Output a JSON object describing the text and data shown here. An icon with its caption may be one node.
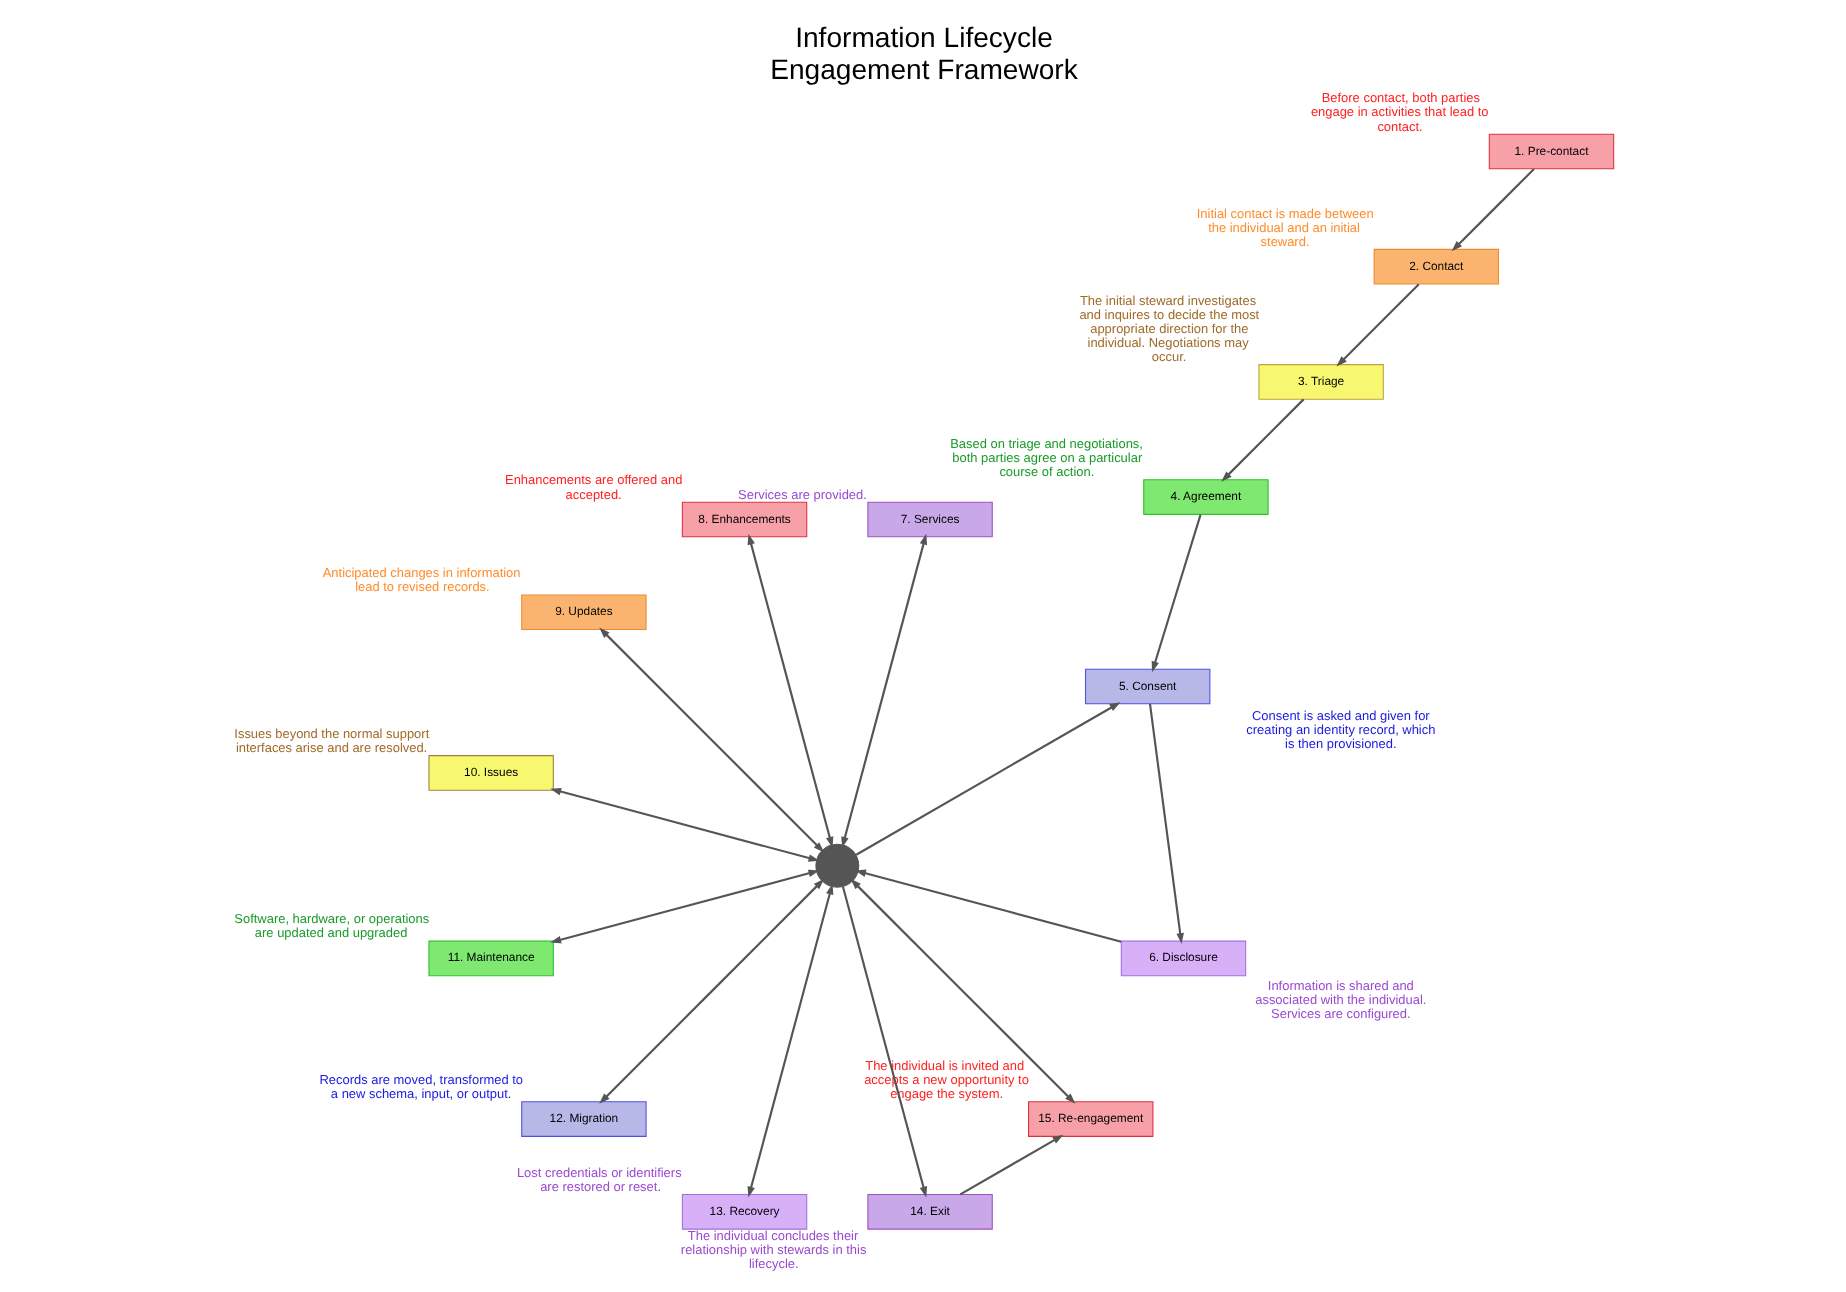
{
  "diagram": {
    "title": "Information Lifecycle Engagement Framework",
    "nodes": [
      {
        "text": [
          "1. Pre-contact"
        ],
        "beside": [
          "Before contact, both parties engage in activities that lead to contact."
        ]
      },
      {
        "text": [
          "2. Contact"
        ],
        "beside": [
          "Initial contact is made between the individual and an initial steward."
        ]
      },
      {
        "text": [
          "3. Triage"
        ],
        "beside": [
          "The initial steward investigates and inquires to decide the most appropriate direction for the individual. Negotiations may occur."
        ]
      },
      {
        "text": [
          "4. Agreement"
        ],
        "beside": [
          "Based on triage and negotiations, both parties agree on a particular course of action."
        ]
      },
      {
        "text": [
          "5. Consent"
        ],
        "beside": [
          "Consent is asked and given for creating an identity record, which is then provisioned."
        ]
      },
      {
        "text": [
          "6. Disclosure"
        ],
        "beside": [
          "Information is shared and associated with the individual. Services are configured."
        ]
      },
      {
        "text": [
          "7. Services"
        ],
        "beside": [
          "Services are provided."
        ]
      },
      {
        "text": [
          "8. Enhancements"
        ],
        "beside": [
          "Enhancements are offered and accepted."
        ]
      },
      {
        "text": [
          "9. Updates"
        ],
        "beside": [
          "Anticipated changes in information lead to revised records."
        ]
      },
      {
        "text": [
          "10. Issues"
        ],
        "beside": [
          "Issues beyond the normal support interfaces arise and are resolved."
        ]
      },
      {
        "text": [
          "11. Maintenance"
        ],
        "beside": [
          "Software, hardware, or operations are updated and upgraded"
        ]
      },
      {
        "text": [
          "12. Migration"
        ],
        "beside": [
          "Records are moved, transformed to a new schema, input, or output."
        ]
      },
      {
        "text": [
          "13. Recovery"
        ],
        "beside": [
          "Lost credentials or identifiers are restored or reset."
        ]
      },
      {
        "text": [
          "14. Exit"
        ],
        "beside": [
          "The individual concludes their relationship with stewards in this lifecycle."
        ]
      },
      {
        "text": [
          "15. Re-engagement"
        ],
        "beside": [
          "The individual is invited and accepts a new opportunity to engage the system."
        ]
      },
      {
        "text": [],
        "shape": "point"
      }
    ],
    "edges": [
      {
        "from": 0,
        "to": 1,
        "arrow": "to"
      },
      {
        "from": 1,
        "to": 2,
        "arrow": "to"
      },
      {
        "from": 2,
        "to": 3,
        "arrow": "to"
      },
      {
        "from": 3,
        "to": 4,
        "arrow": "to"
      },
      {
        "from": 4,
        "to": 5,
        "arrow": "to"
      },
      {
        "from": 5,
        "to": 15,
        "arrow": "to"
      },
      {
        "from": 15,
        "to": 4,
        "arrow": "to"
      },
      {
        "from": 15,
        "to": 6,
        "arrow": "both"
      },
      {
        "from": 15,
        "to": 7,
        "arrow": "both"
      },
      {
        "from": 15,
        "to": 8,
        "arrow": "both"
      },
      {
        "from": 15,
        "to": 9,
        "arrow": "both"
      },
      {
        "from": 15,
        "to": 10,
        "arrow": "both"
      },
      {
        "from": 15,
        "to": 11,
        "arrow": "both"
      },
      {
        "from": 15,
        "to": 12,
        "arrow": "both"
      },
      {
        "from": 15,
        "to": 13,
        "arrow": "to"
      },
      {
        "from": 15,
        "to": 14,
        "arrow": "both"
      },
      {
        "from": 13,
        "to": 14,
        "arrow": "to"
      }
    ]
  }
}
